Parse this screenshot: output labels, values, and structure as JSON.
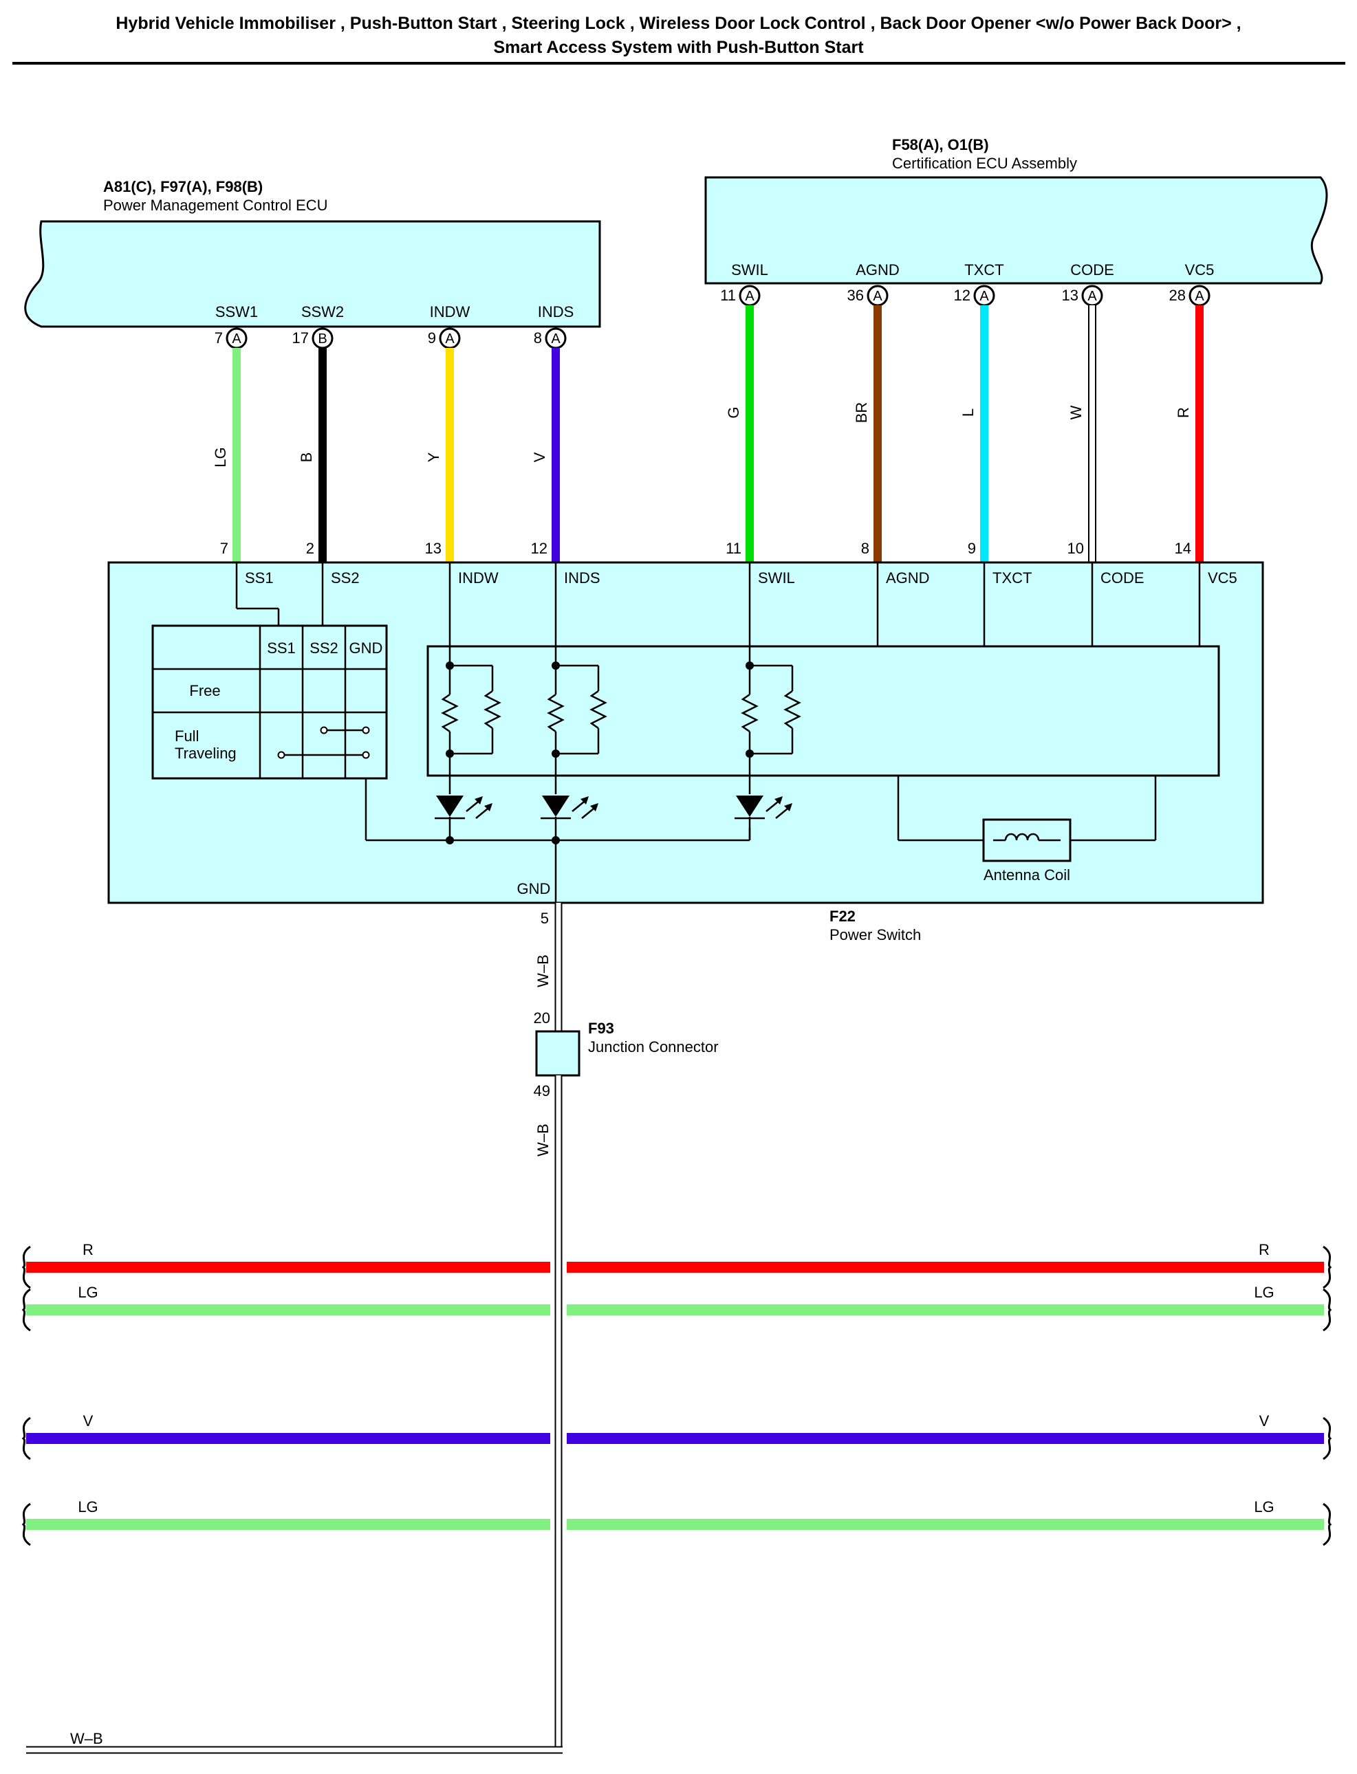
{
  "title": {
    "line1": "Hybrid Vehicle Immobiliser , Push-Button Start , Steering Lock , Wireless Door Lock Control , Back Door Opener <w/o Power Back Door> ,",
    "line2": "Smart Access System with Push-Button Start"
  },
  "colors": {
    "box_fill": "#ccffff",
    "LG": "#80f080",
    "B": "#000000",
    "Y": "#ffe000",
    "V": "#4000e0",
    "G": "#00e000",
    "BR": "#8b3a00",
    "L": "#00e8f8",
    "W": "#ffffff",
    "R": "#ff0000",
    "W-B": "#ffffff"
  },
  "pm_ecu": {
    "codes": "A81(C), F97(A), F98(B)",
    "name": "Power Management Control ECU",
    "pins": [
      {
        "label": "SSW1",
        "num": "7",
        "conn": "A"
      },
      {
        "label": "SSW2",
        "num": "17",
        "conn": "B"
      },
      {
        "label": "INDW",
        "num": "9",
        "conn": "A"
      },
      {
        "label": "INDS",
        "num": "8",
        "conn": "A"
      }
    ]
  },
  "cert_ecu": {
    "codes": "F58(A), O1(B)",
    "name": "Certification ECU Assembly",
    "pins": [
      {
        "label": "SWIL",
        "num": "11",
        "conn": "A"
      },
      {
        "label": "AGND",
        "num": "36",
        "conn": "A"
      },
      {
        "label": "TXCT",
        "num": "12",
        "conn": "A"
      },
      {
        "label": "CODE",
        "num": "13",
        "conn": "A"
      },
      {
        "label": "VC5",
        "num": "28",
        "conn": "A"
      }
    ]
  },
  "wires_left": [
    {
      "color": "LG",
      "bottom_pin": "7"
    },
    {
      "color": "B",
      "bottom_pin": "2"
    },
    {
      "color": "Y",
      "bottom_pin": "13"
    },
    {
      "color": "V",
      "bottom_pin": "12"
    }
  ],
  "wires_right": [
    {
      "color": "G",
      "bottom_pin": "11"
    },
    {
      "color": "BR",
      "bottom_pin": "8"
    },
    {
      "color": "L",
      "bottom_pin": "9"
    },
    {
      "color": "W",
      "bottom_pin": "10"
    },
    {
      "color": "R",
      "bottom_pin": "14"
    }
  ],
  "power_switch": {
    "code": "F22",
    "name": "Power Switch",
    "terminals": [
      "SS1",
      "SS2",
      "INDW",
      "INDS",
      "SWIL",
      "AGND",
      "TXCT",
      "CODE",
      "VC5"
    ],
    "gnd_label": "GND",
    "gnd_pin": "5",
    "table": {
      "headers": [
        "SS1",
        "SS2",
        "GND"
      ],
      "rows": [
        "Free",
        "Full",
        "Traveling"
      ]
    },
    "antenna_label": "Antenna Coil"
  },
  "junction": {
    "code": "F93",
    "name": "Junction Connector",
    "pin_top": "20",
    "pin_bottom": "49",
    "wire_label": "W–B"
  },
  "bus_wires": [
    {
      "label": "R"
    },
    {
      "label": "LG"
    },
    {
      "label": "V"
    },
    {
      "label": "LG"
    }
  ],
  "bottom_wire_label": "W–B"
}
